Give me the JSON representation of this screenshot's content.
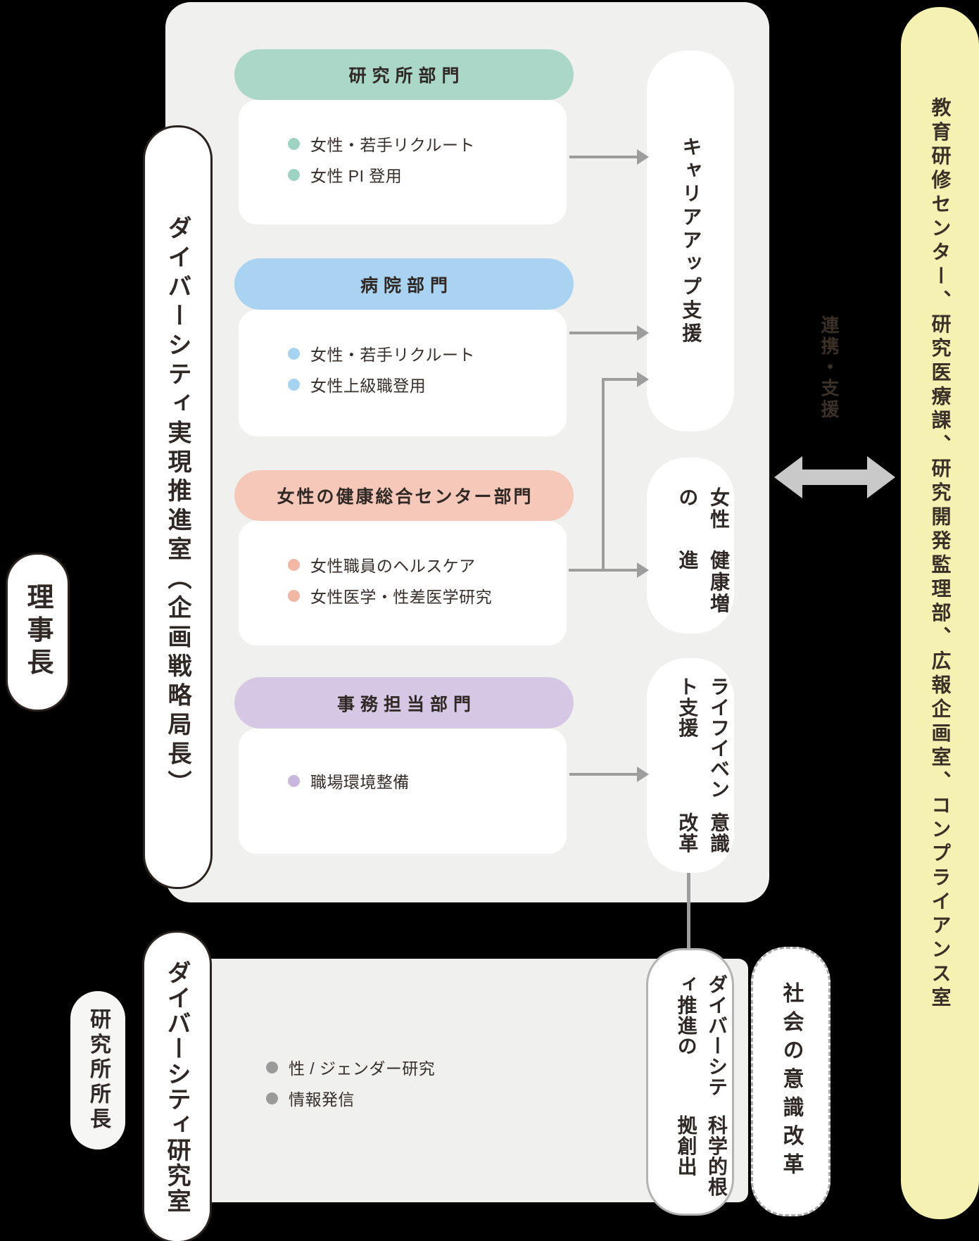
{
  "colors": {
    "background": "#000000",
    "panel": "#f0f0ef",
    "card": "#ffffff",
    "teal": "#abd7c9",
    "teal_dot": "#9ed2c3",
    "blue": "#a9d3f1",
    "blue_dot": "#a6d3f2",
    "pink": "#f6c8b9",
    "pink_dot": "#f3b7a6",
    "purple": "#d6c8e5",
    "purple_dot": "#c9b7dd",
    "yellow": "#f5f1b2",
    "arrow": "#9d9d9d",
    "double_arrow": "#c9c9c9",
    "gray_dot": "#9a9a9a",
    "text_dark": "#2f2825"
  },
  "left_column": {
    "chairman": "理事長",
    "promotion_office": "ダイバーシティ実現推進室（企画戦略局長）",
    "institute_director": "研究所所長",
    "diversity_lab": "ダイバーシティ研究室"
  },
  "sections": [
    {
      "title": "研究所部門",
      "items": [
        "女性・若手リクルート",
        "女性 PI 登用"
      ]
    },
    {
      "title": "病院部門",
      "items": [
        "女性・若手リクルート",
        "女性上級職登用"
      ]
    },
    {
      "title": "女性の健康総合センター部門",
      "items": [
        "女性職員のヘルスケア",
        "女性医学・性差医学研究"
      ]
    },
    {
      "title": "事務担当部門",
      "items": [
        "職場環境整備"
      ]
    }
  ],
  "outcomes": [
    {
      "line1": "キャリアアップ支援",
      "line2": ""
    },
    {
      "line1": "女性の",
      "line2": "健康増進"
    },
    {
      "line1": "ライフイベント支援",
      "line2": "意識改革"
    }
  ],
  "link_label": "連携・支援",
  "related_departments": "教育研修センター、研究医療課、研究開発監理部、広報企画室、コンプライアンス室",
  "bottom_panel": {
    "items": [
      "性 / ジェンダー研究",
      "情報発信"
    ],
    "evidence_line1": "ダイバーシティ推進の",
    "evidence_line2": "科学的根拠創出",
    "society": "社会の意識改革"
  }
}
